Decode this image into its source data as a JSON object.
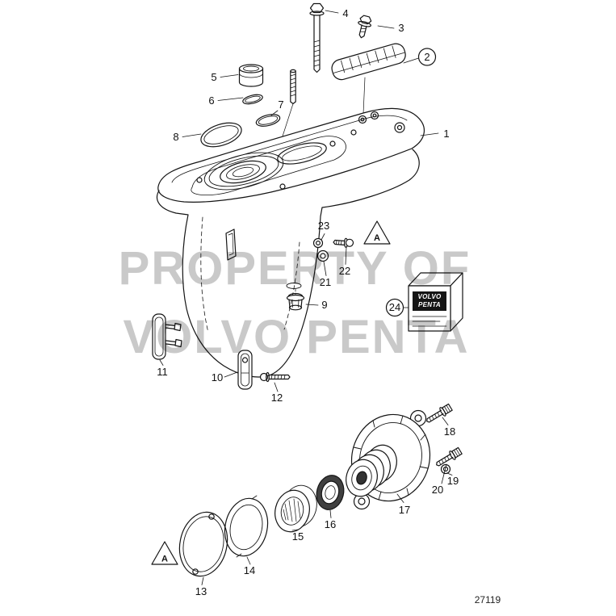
{
  "watermark": {
    "line1": "PROPERTY OF",
    "line2": "VOLVO PENTA"
  },
  "drawing_number": "27119",
  "kit_box": {
    "line1": "VOLVO",
    "line2": "PENTA"
  },
  "warning": {
    "label": "A"
  },
  "callouts": [
    "1",
    "2",
    "3",
    "4",
    "5",
    "6",
    "7",
    "8",
    "9",
    "10",
    "11",
    "12",
    "13",
    "14",
    "15",
    "16",
    "17",
    "18",
    "19",
    "20",
    "21",
    "22",
    "23",
    "24"
  ]
}
